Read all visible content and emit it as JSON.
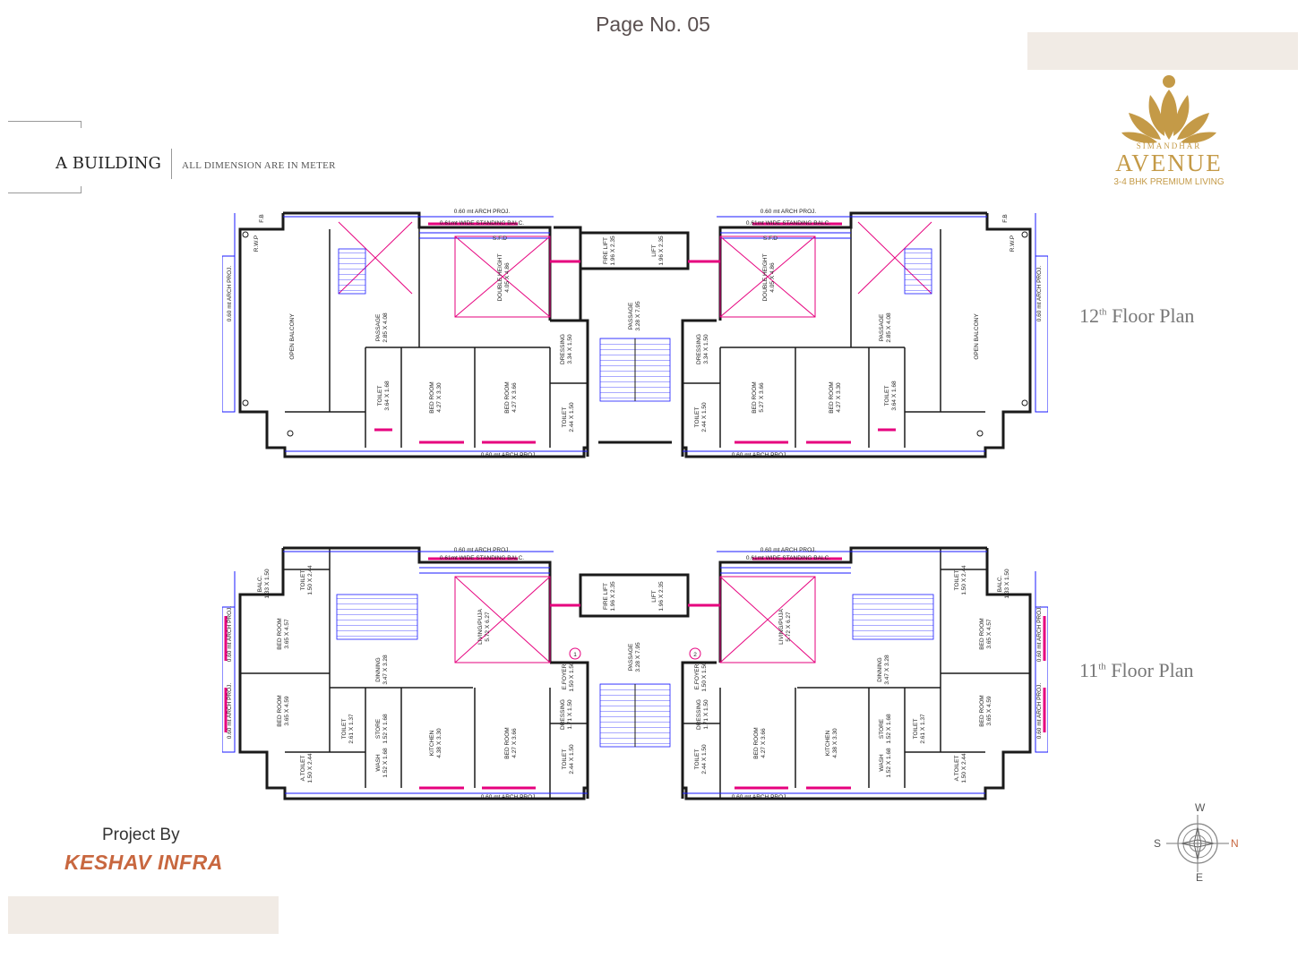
{
  "page": {
    "page_number": "Page No. 05"
  },
  "brand": {
    "small_name": "SIMANDHAR",
    "name": "AVENUE",
    "tagline": "3-4 BHK PREMIUM LIVING",
    "color": "#c49a47"
  },
  "header": {
    "building": "A BUILDING",
    "dimension_note": "ALL DIMENSION ARE IN METER"
  },
  "floors": {
    "floor_12": {
      "number": "12",
      "suffix": "th",
      "label": "Floor Plan"
    },
    "floor_11": {
      "number": "11",
      "suffix": "th",
      "label": "Floor Plan"
    }
  },
  "plan_12": {
    "lift_1": {
      "name": "FIRE LIFT",
      "size": "1.96 X 2.35"
    },
    "lift_2": {
      "name": "LIFT",
      "size": "1.96 X 2.35"
    },
    "passage_center": {
      "name": "PASSAGE",
      "size": "3.28 X 7.95"
    },
    "open_balcony": "OPEN BALCONY",
    "passage_side": {
      "name": "PASSAGE",
      "size": "2.85 X 4.08"
    },
    "double_height": {
      "name": "DOUBLE HEIGHT",
      "size": "4.05 X 4.86"
    },
    "dressing": {
      "name": "DRESSING",
      "size": "3.34 X 1.50"
    },
    "toilet_a": {
      "name": "TOILET",
      "size": "3.64 X 1.68"
    },
    "bedroom_a": {
      "name": "BED ROOM",
      "size": "4.27 X 3.30"
    },
    "bedroom_b": {
      "name": "BED ROOM",
      "size": "4.27 X 3.66"
    },
    "bedroom_c": {
      "name": "BED ROOM",
      "size": "5.27 X 3.66"
    },
    "toilet_b": {
      "name": "TOILET",
      "size": "2.44 X 1.50"
    },
    "wide_balc": "0.61mt WIDE STANDING BALC.",
    "arch_proj": "0.60 mt ARCH PROJ.",
    "rwp": "R.W.P",
    "fb": "F.B",
    "sfd": "S.F.D"
  },
  "plan_11": {
    "lift_1": {
      "name": "FIRE LIFT",
      "size": "1.96 X 2.35"
    },
    "lift_2": {
      "name": "LIFT",
      "size": "1.96 X 2.35"
    },
    "passage_center": {
      "name": "PASSAGE",
      "size": "3.28 X 7.95"
    },
    "balc": {
      "name": "BALC.",
      "size": "1.33 X 1.50"
    },
    "toilet_top": {
      "name": "TOILET",
      "size": "1.50 X 2.44"
    },
    "bedroom_a": {
      "name": "BED ROOM",
      "size": "3.65 X 4.57"
    },
    "bedroom_b": {
      "name": "BED ROOM",
      "size": "3.65 X 4.59"
    },
    "dining": {
      "name": "DINNING",
      "size": "3.47 X 3.28"
    },
    "living": {
      "name": "LIVING/PUJA",
      "size": "5.72 X 6.27"
    },
    "foyer": {
      "name": "E.FOYER",
      "size": "1.50 X 1.50"
    },
    "dressing": {
      "name": "DRESSING",
      "size": "1.71 X 1.50"
    },
    "toilet_a": {
      "name": "TOILET",
      "size": "2.61 X 1.37"
    },
    "store": {
      "name": "STORE",
      "size": "1.52 X 1.68"
    },
    "kitchen": {
      "name": "KITCHEN",
      "size": "4.38 X 3.30"
    },
    "bedroom_c": {
      "name": "BED ROOM",
      "size": "4.27 X 3.66"
    },
    "toilet_b": {
      "name": "TOILET",
      "size": "2.44 X 1.50"
    },
    "wash": {
      "name": "WASH",
      "size": "1.52 X 1.68"
    },
    "a_toilet": {
      "name": "A.TOILET",
      "size": "1.50 X 2.44"
    },
    "wide_balc": "0.61mt WIDE STANDING BALC.",
    "arch_proj": "0.60 mt ARCH PROJ.",
    "marker_1": "1",
    "marker_2": "2"
  },
  "footer": {
    "project_by": "Project By",
    "developer": "KESHAV INFRA",
    "developer_color": "#c8673f"
  },
  "compass": {
    "north": "N",
    "south": "S",
    "east": "E",
    "west": "W"
  },
  "colors": {
    "wall": "#1a1a1a",
    "magenta": "#e6007e",
    "blue": "#1a1aff",
    "beige": "#f1ebe5"
  }
}
